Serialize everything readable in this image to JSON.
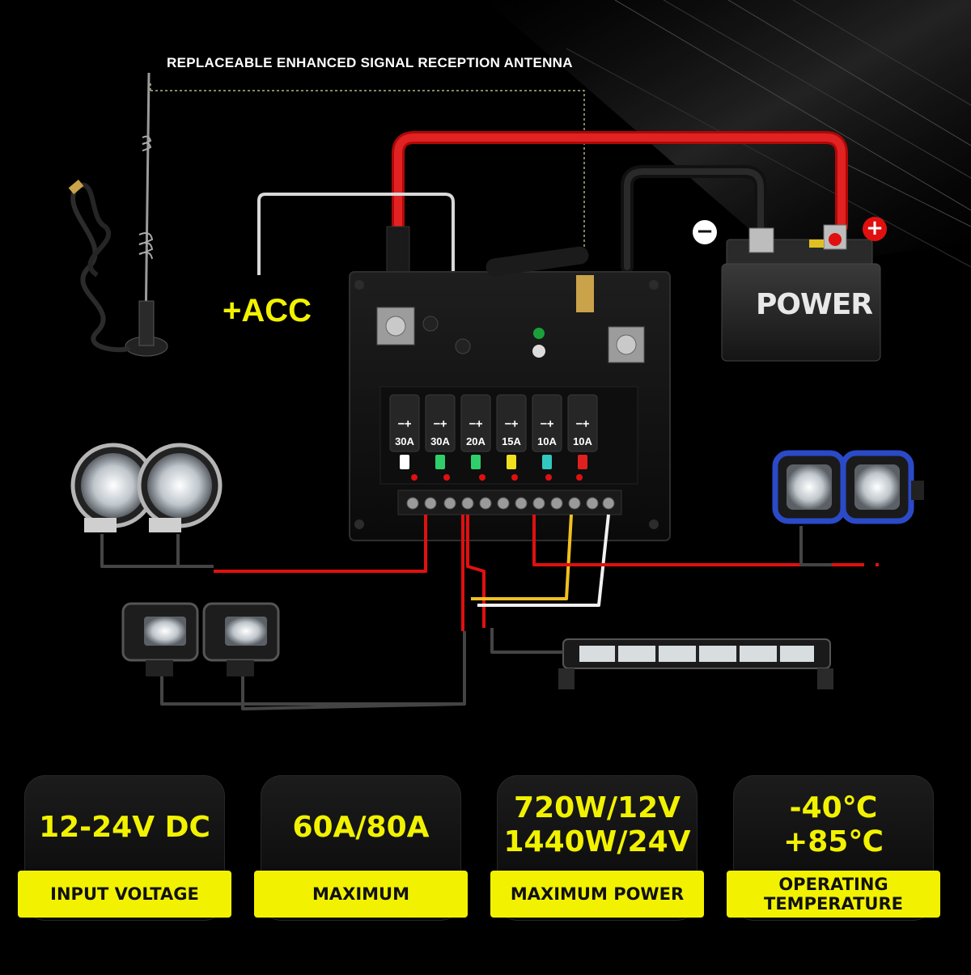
{
  "antenna": {
    "title": "REPLACEABLE ENHANCED SIGNAL RECEPTION ANTENNA"
  },
  "acc_label": "+ACC",
  "battery": {
    "label": "POWER",
    "negative": "−",
    "positive": "+"
  },
  "fuses": [
    {
      "polarity": "−+",
      "rating": "30A",
      "color": "#ffffff"
    },
    {
      "polarity": "−+",
      "rating": "30A",
      "color": "#2ecf6a"
    },
    {
      "polarity": "−+",
      "rating": "20A",
      "color": "#2ecf6a"
    },
    {
      "polarity": "−+",
      "rating": "15A",
      "color": "#f0e020"
    },
    {
      "polarity": "−+",
      "rating": "10A",
      "color": "#30c8c0"
    },
    {
      "polarity": "−+",
      "rating": "10A",
      "color": "#e02020"
    }
  ],
  "specs": [
    {
      "value": "12-24V DC",
      "label": "INPUT VOLTAGE"
    },
    {
      "value": "60A/80A",
      "label": "MAXIMUM"
    },
    {
      "value_lines": [
        "720W/12V",
        "1440W/24V"
      ],
      "label": "MAXIMUM POWER"
    },
    {
      "value_lines": [
        "-40℃",
        "+85℃"
      ],
      "label_lines": [
        "OPERATING",
        "TEMPERATURE"
      ]
    }
  ],
  "colors": {
    "accent": "#f2f200",
    "wire_red": "#e01010",
    "wire_yellow": "#f0c020",
    "wire_white": "#f0f0f0",
    "box": "#141414",
    "background": "#000000"
  }
}
